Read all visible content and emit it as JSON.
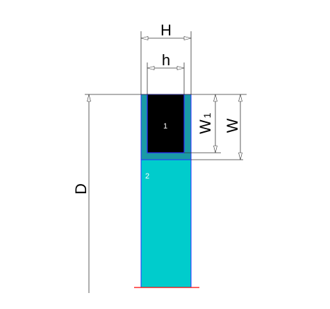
{
  "diagram": {
    "labels": {
      "H": "H",
      "h": "h",
      "W1_main": "W",
      "W1_sub": "1",
      "W": "W",
      "D": "D",
      "region1": "1",
      "region2": "2"
    },
    "colors": {
      "background": "#ffffff",
      "outer_frame": "#1a9aa6",
      "inner_core": "#000000",
      "inner_core_border": "#2a2aff",
      "column": "#00cccc",
      "column_border": "#2a2aff",
      "base_line": "#ff0000",
      "dimension_lines": "#333333",
      "text": "#000000"
    }
  }
}
